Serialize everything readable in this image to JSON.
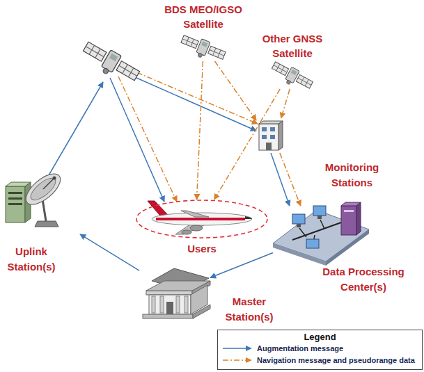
{
  "diagram": {
    "nodes": [
      {
        "text": [
          "BDS MEO/IGSO Satellite"
        ]
      },
      {
        "text": [
          "Other GNSS Satellite"
        ]
      },
      {
        "text": [
          "Users"
        ]
      },
      {
        "text": [
          "Monitoring Stations"
        ]
      },
      {
        "text": [
          "Data Processing Center(s)"
        ]
      },
      {
        "text": [
          "Master Station(s)"
        ]
      },
      {
        "text": [
          "Uplink Station(s)"
        ]
      }
    ],
    "edges": [
      {
        "from": 0,
        "to": 2,
        "arrow": "to"
      },
      {
        "from": 0,
        "to": 3,
        "arrow": "to"
      },
      {
        "from": 1,
        "to": 2,
        "arrow": "to"
      },
      {
        "from": 1,
        "to": 3,
        "arrow": "to"
      },
      {
        "from": 3,
        "to": 4,
        "arrow": "to"
      },
      {
        "from": 3,
        "to": 4,
        "arrow": "to"
      },
      {
        "from": 4,
        "to": 5,
        "arrow": "to"
      },
      {
        "from": 5,
        "to": 6,
        "arrow": "to"
      }
    ],
    "labels": [
      "Legend"
    ],
    "legend": [
      {
        "text": "Augmentation message"
      },
      {
        "text": "Navigation message and pseudorange data"
      }
    ]
  }
}
